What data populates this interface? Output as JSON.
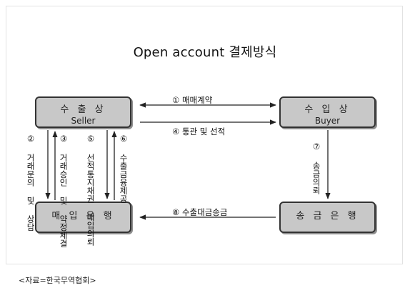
{
  "title": "Open account 결제방식",
  "boxes": {
    "seller": {
      "kr": "수 출 상",
      "en": "Seller"
    },
    "buyer": {
      "kr": "수 입 상",
      "en": "Buyer"
    },
    "buying_bank": {
      "label": "매 입 은 행"
    },
    "remit_bank": {
      "label": "송 금 은 행"
    }
  },
  "flows": {
    "step1": "① 매매계약",
    "step4": "④ 통관 및 선적",
    "step8": "⑧ 수출대금송금",
    "step2": "② 거래문의 및 상담",
    "step3": "③ 거래승인 및 약정체결",
    "step5": "⑤ 선적통지채권 매입의뢰",
    "step6": "⑥ 수출금융제공",
    "step7": "⑦ 송금의뢰"
  },
  "source": "<자료=한국무역협회>",
  "colors": {
    "box_fill": "#c8c8c8",
    "box_border": "#333333",
    "line": "#222222"
  }
}
